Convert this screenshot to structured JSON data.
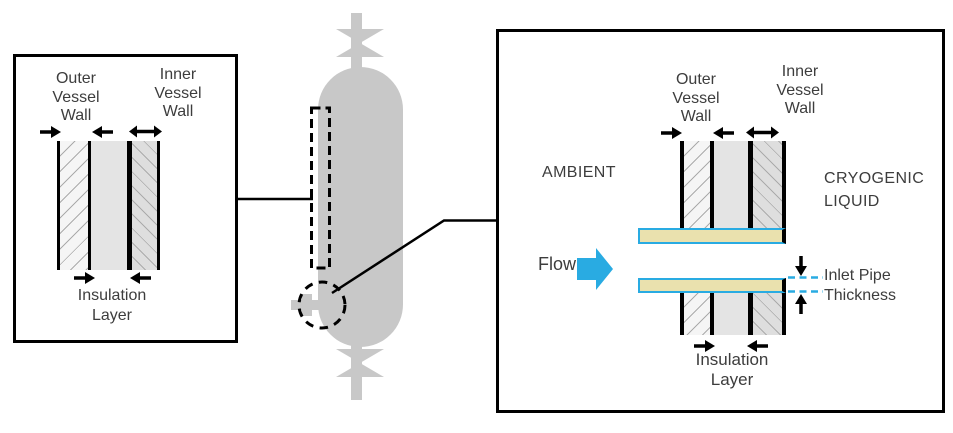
{
  "colors": {
    "line_black": "#000000",
    "text": "#3d3d3d",
    "vessel_gray": "#c8c8c8",
    "accent_cyan": "#29abe2",
    "pipe_fill": "#eae1ae",
    "wall_outer_bg": "#f5f5f5",
    "wall_insulation_bg": "#e4e4e4",
    "wall_inner_bg": "#dedede",
    "hatch_line": "#ababab"
  },
  "left_panel": {
    "outer_wall_label_lines": [
      "Outer",
      "Vessel",
      "Wall"
    ],
    "inner_wall_label_lines": [
      "Inner",
      "Vessel",
      "Wall"
    ],
    "insulation_label_lines": [
      "Insulation",
      "Layer"
    ]
  },
  "right_panel": {
    "ambient_label": "AMBIENT",
    "cryogenic_label_lines": [
      "CRYOGENIC",
      "LIQUID"
    ],
    "flow_label": "Flow",
    "inlet_pipe_label_lines": [
      "Inlet Pipe",
      "Thickness"
    ],
    "outer_wall_label_lines": [
      "Outer",
      "Vessel",
      "Wall"
    ],
    "inner_wall_label_lines": [
      "Inner",
      "Vessel",
      "Wall"
    ],
    "insulation_label_lines": [
      "Insulation",
      "Layer"
    ]
  }
}
